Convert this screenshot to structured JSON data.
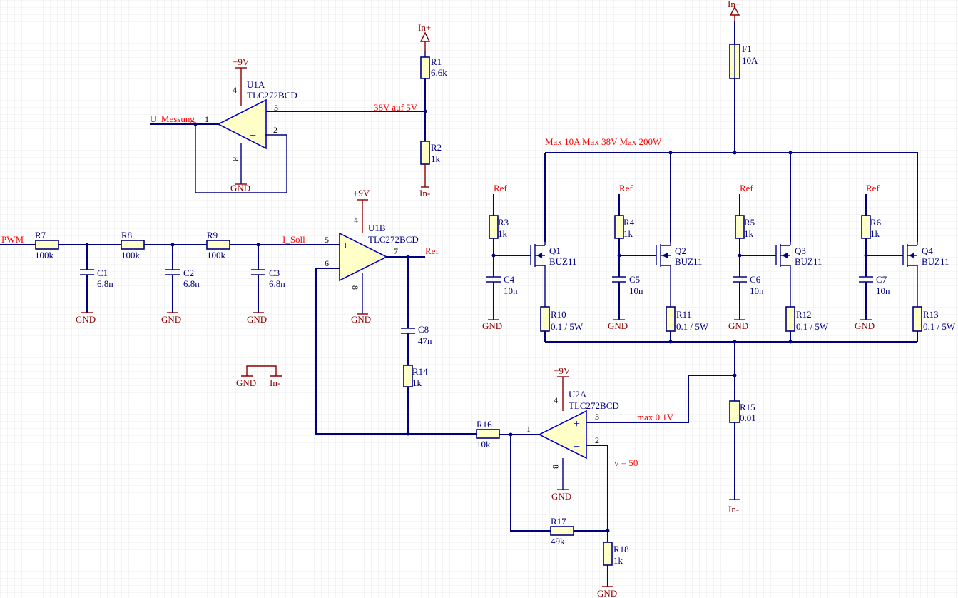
{
  "schematic": {
    "nets": {
      "pwm": "PWM",
      "u_messung": "U_Messung",
      "i_soll": "I_Soll",
      "ref": "Ref",
      "divider": "38V auf 5V",
      "max_rating": "Max 10A  Max 38V  Max 200W",
      "max_sense": "max 0.1V",
      "gain": "v = 50"
    },
    "power": {
      "gnd": "GND",
      "v9": "+9V",
      "in_plus": "In+",
      "in_minus": "In-"
    },
    "opamps": [
      {
        "ref": "U1A",
        "part": "TLC272BCD"
      },
      {
        "ref": "U1B",
        "part": "TLC272BCD"
      },
      {
        "ref": "U2A",
        "part": "TLC272BCD"
      }
    ],
    "resistors": [
      {
        "ref": "R1",
        "value": "6.6k"
      },
      {
        "ref": "R2",
        "value": "1k"
      },
      {
        "ref": "R3",
        "value": "1k"
      },
      {
        "ref": "R4",
        "value": "1k"
      },
      {
        "ref": "R5",
        "value": "1k"
      },
      {
        "ref": "R6",
        "value": "1k"
      },
      {
        "ref": "R7",
        "value": "100k"
      },
      {
        "ref": "R8",
        "value": "100k"
      },
      {
        "ref": "R9",
        "value": "100k"
      },
      {
        "ref": "R10",
        "value": "0.1 / 5W"
      },
      {
        "ref": "R11",
        "value": "0.1 / 5W"
      },
      {
        "ref": "R12",
        "value": "0.1 / 5W"
      },
      {
        "ref": "R13",
        "value": "0.1 / 5W"
      },
      {
        "ref": "R14",
        "value": "1k"
      },
      {
        "ref": "R15",
        "value": "0.01"
      },
      {
        "ref": "R16",
        "value": "10k"
      },
      {
        "ref": "R17",
        "value": "49k"
      },
      {
        "ref": "R18",
        "value": "1k"
      }
    ],
    "capacitors": [
      {
        "ref": "C1",
        "value": "6.8n"
      },
      {
        "ref": "C2",
        "value": "6.8n"
      },
      {
        "ref": "C3",
        "value": "6.8n"
      },
      {
        "ref": "C4",
        "value": "10n"
      },
      {
        "ref": "C5",
        "value": "10n"
      },
      {
        "ref": "C6",
        "value": "10n"
      },
      {
        "ref": "C7",
        "value": "10n"
      },
      {
        "ref": "C8",
        "value": "47n"
      }
    ],
    "mosfets": [
      {
        "ref": "Q1",
        "part": "BUZ11"
      },
      {
        "ref": "Q2",
        "part": "BUZ11"
      },
      {
        "ref": "Q3",
        "part": "BUZ11"
      },
      {
        "ref": "Q4",
        "part": "BUZ11"
      }
    ],
    "fuse": {
      "ref": "F1",
      "value": "10A"
    },
    "pins": {
      "p1": "1",
      "p2": "2",
      "p3": "3",
      "p4": "4",
      "p5": "5",
      "p6": "6",
      "p7": "7",
      "p8": "8",
      "plus": "+",
      "minus": "−"
    }
  }
}
